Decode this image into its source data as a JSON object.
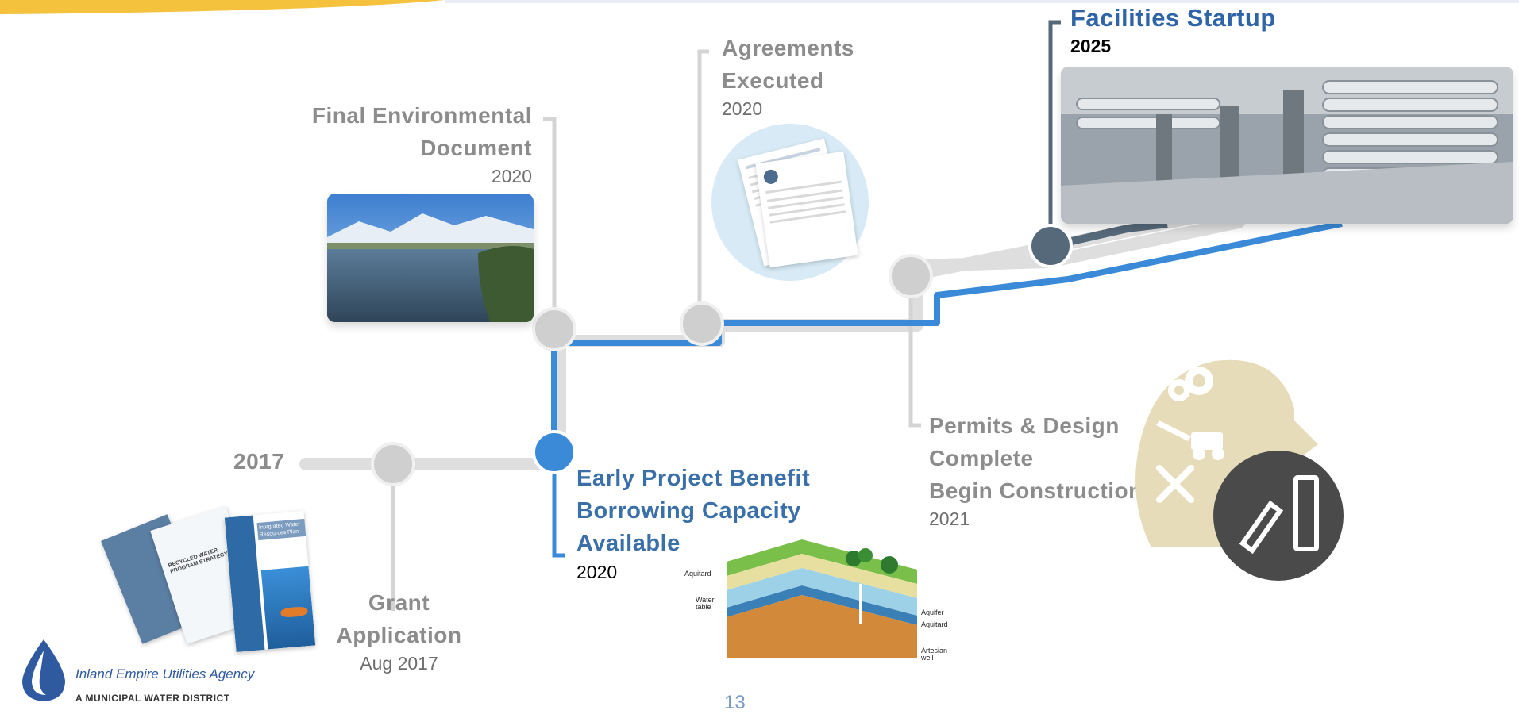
{
  "milestones": {
    "start_year": "2017",
    "grant": {
      "title_line1": "Grant",
      "title_line2": "Application",
      "date": "Aug 2017"
    },
    "environmental": {
      "title_line1": "Final Environmental",
      "title_line2": "Document",
      "date": "2020"
    },
    "early_benefit": {
      "title_line1": "Early Project Benefit",
      "title_line2": "Borrowing Capacity",
      "title_line3": "Available",
      "date": "2020"
    },
    "agreements": {
      "title_line1": "Agreements",
      "title_line2": "Executed",
      "date": "2020"
    },
    "permits": {
      "title_line1": "Permits & Design",
      "title_line2": "Complete",
      "title_line3": "Begin Construction",
      "date": "2021"
    },
    "startup": {
      "title": "Facilities Startup",
      "date": "2025"
    }
  },
  "aquifer_diagram": {
    "labels": {
      "aquitard_left": "Aquitard",
      "water_table": "Water table",
      "aquifer": "Aquifer",
      "aquitard_right": "Aquitard",
      "artesian_well": "Artesian well"
    }
  },
  "reports": {
    "report_a": "RECYCLED WATER PROGRAM STRATEGY",
    "report_b": "Integrated Water Resources Plan"
  },
  "logo": {
    "name": "Inland Empire Utilities Agency",
    "subtitle": "A MUNICIPAL WATER DISTRICT"
  },
  "page_number": "13",
  "colors": {
    "timeline_grey": "#dcdcdc",
    "timeline_blue": "#3a8ad8",
    "node_grey": "#cfcfcf",
    "node_dark": "#56697a",
    "title_blue": "#2f65a7",
    "helmet_beige": "#e6dcb9",
    "dark_circle": "#4a4a4a"
  }
}
